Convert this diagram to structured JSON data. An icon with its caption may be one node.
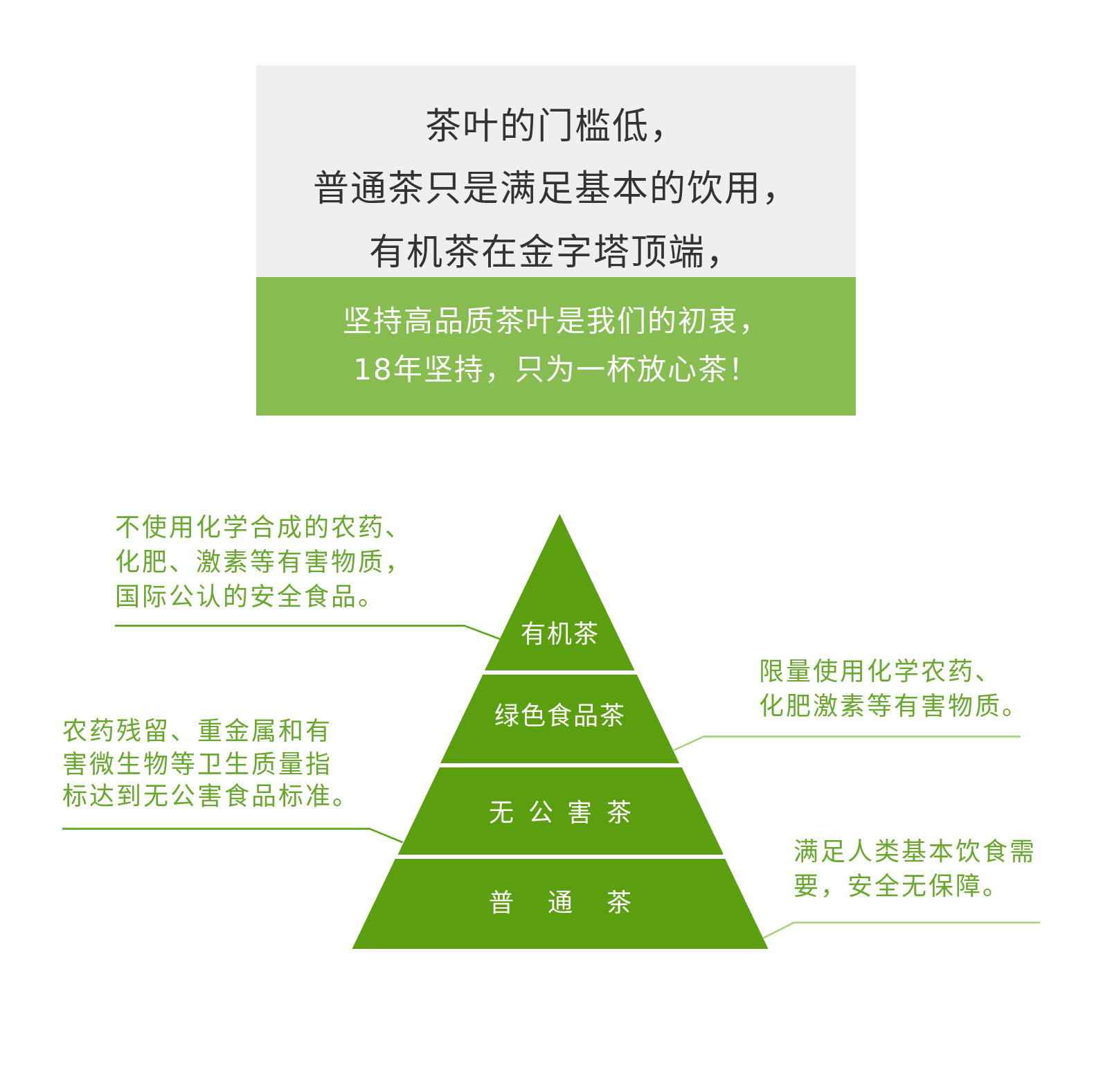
{
  "diagram": {
    "nodes": [
      {
        "text": [
          "茶叶的门槛低，普通茶只是满足基本的饮用，有机茶在金字塔顶端，"
        ]
      },
      {
        "text": [
          "坚持高品质茶叶是我们的初衷，18年坚持，只为一杯放心茶！"
        ]
      },
      {
        "text": [
          "不使用化学合成的农药、化肥、激素等有害物质，国际公认的安全食品。"
        ]
      },
      {
        "text": [
          "有机茶"
        ]
      },
      {
        "text": [
          "限量使用化学农药、化肥激素等有害物质。"
        ]
      },
      {
        "text": [
          "绿色食品茶"
        ]
      },
      {
        "text": [
          "农药残留、重金属和有害微生物等卫生质量指标达到无公害食品标准。"
        ]
      },
      {
        "text": [
          "无公害茶"
        ]
      },
      {
        "text": [
          "满足人类基本饮食需要，安全无保障。"
        ]
      },
      {
        "text": [
          "普通茶"
        ]
      }
    ],
    "edges": [
      {
        "from": 2,
        "to": 3,
        "arrow": "none"
      },
      {
        "from": 4,
        "to": 5,
        "arrow": "none",
        "color": "#a9d180"
      },
      {
        "from": 6,
        "to": 7,
        "arrow": "none"
      },
      {
        "from": 8,
        "to": 9,
        "arrow": "none",
        "color": "#a9d180"
      }
    ]
  }
}
